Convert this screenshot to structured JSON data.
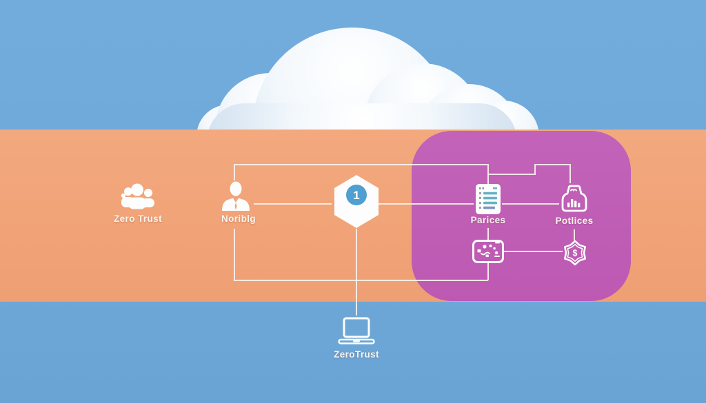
{
  "scene": {
    "description": "Zero Trust cloud security illustration",
    "colors": {
      "sky": "#6FA9DA",
      "band_orange": "#F2A67B",
      "panel_magenta": "#BE5CB4",
      "connector": "#F8F2EC",
      "icon_white": "#FDFDFD",
      "accent_blue": "#4FA0D0",
      "list_teal": "#68B2C8"
    }
  },
  "nodes": {
    "users_group": {
      "label": "Zero Trust",
      "icon": "user-group-icon"
    },
    "person": {
      "label": "Noriblg",
      "icon": "person-icon"
    },
    "hexagon": {
      "number": "1",
      "icon": "hexagon-step-icon"
    },
    "checklist": {
      "label": "Parices",
      "icon": "checklist-icon"
    },
    "bag_chart": {
      "label": "Potlices",
      "icon": "bag-chart-icon"
    },
    "circuit": {
      "icon": "circuit-board-icon"
    },
    "dollar_badge": {
      "symbol": "$",
      "icon": "dollar-badge-icon"
    },
    "laptop": {
      "label": "ZeroTrust",
      "icon": "laptop-icon"
    }
  }
}
